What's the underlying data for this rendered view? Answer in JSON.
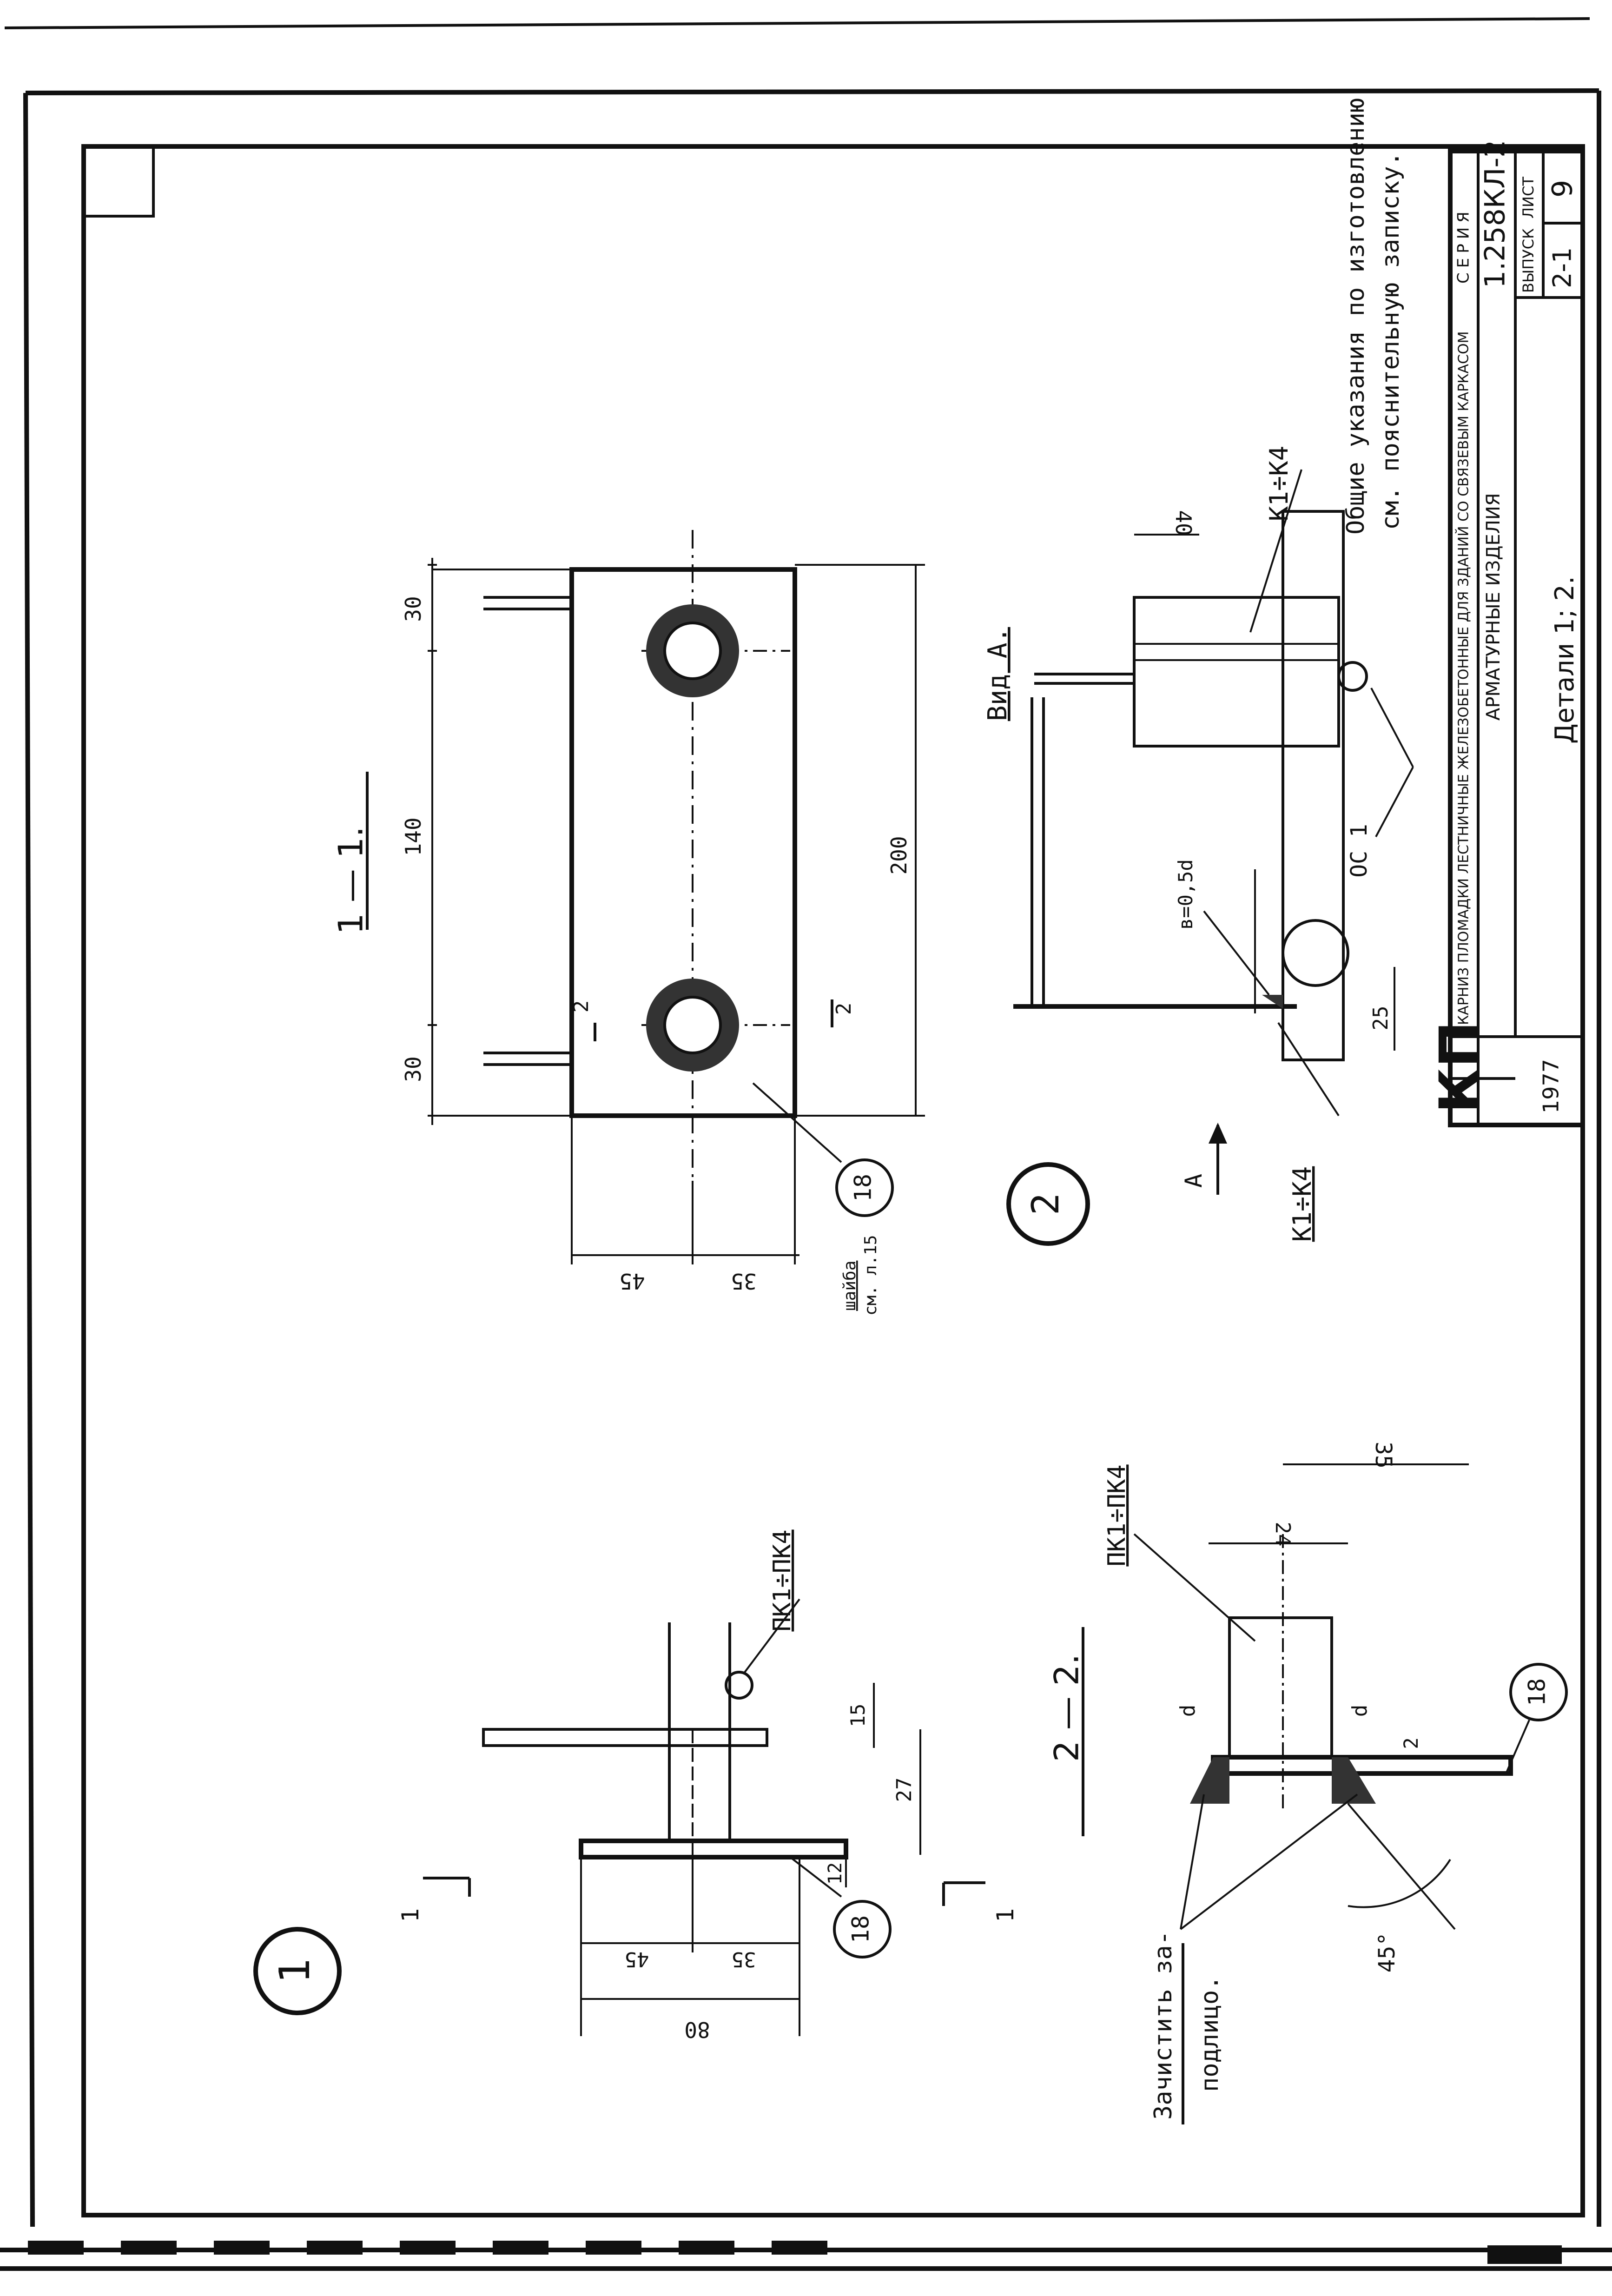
{
  "sheet": {
    "kind": "engineering-drawing",
    "colors": {
      "ink": "#111111",
      "paper": "#ffffff",
      "weld_fill": "#333333"
    }
  },
  "title_block": {
    "logo": "КП",
    "title_line1": "КАРНИЗ ПЛОМАДКИ ЛЕСТНИЧНЫЕ ЖЕЛЕЗОБЕТОННЫЕ ДЛЯ ЗДАНИЙ СО СВЯЗЕВЫМ КАРКАСОМ",
    "title_line2": "АРМАТУРНЫЕ ИЗДЕЛИЯ",
    "sheet_title": "Детали 1; 2.",
    "year": "1977",
    "series_label": "СЕРИЯ",
    "series_value": "1.258КЛ-2",
    "issue_label": "ВЫПУСК",
    "issue_value": "2-1",
    "sheet_label": "ЛИСТ",
    "sheet_value": "9"
  },
  "notes": {
    "general_line1": "Общие указания по изготовлению",
    "general_line2": "см. пояснительную записку."
  },
  "section_1_1": {
    "title": "1 — 1.",
    "dim_30_top": "30",
    "dim_140": "140",
    "dim_30_bottom": "30",
    "dim_200": "200",
    "dim_45": "45",
    "dim_35": "35",
    "cut_mark": "2",
    "callout": "18",
    "washer_line1": "шайба",
    "washer_line2": "см. л.15"
  },
  "detail_2": {
    "number": "2",
    "view_label": "Вид А.",
    "arrow_label": "А",
    "kt_top": "К1÷К4",
    "kt_bottom": "К1÷К4",
    "dim_40": "40",
    "dim_25": "25",
    "weld_note": "в=0,5d",
    "os_label": "ОС 1"
  },
  "detail_1": {
    "number": "1",
    "pk_label": "ПК1÷ПК4",
    "dim_15": "15",
    "dim_27": "27",
    "dim_12": "12",
    "dim_45": "45",
    "dim_35": "35",
    "dim_80": "80",
    "callout": "18",
    "cut_mark": "1"
  },
  "section_2_2": {
    "title": "2 — 2.",
    "pk_label": "ПК1÷ПК4",
    "dim_24": "24",
    "dim_35": "35",
    "dim_d_left": "d",
    "dim_d_right": "d",
    "dim_2": "2",
    "angle": "45°",
    "callout": "18",
    "note_line1": "Зачистить за-",
    "note_line2": "подлицо."
  }
}
